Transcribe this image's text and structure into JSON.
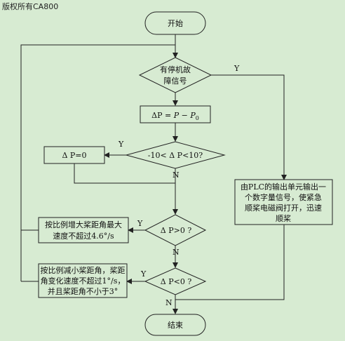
{
  "watermark": "版权所有CA800",
  "start": "开始",
  "end": "结束",
  "fault_decision": [
    "有停机故",
    "障信号"
  ],
  "fault_yes": "Y",
  "delta_calc": {
    "a": "ΔP",
    "eq": "=",
    "b": "P",
    "minus": "−",
    "c": "P",
    "sub": "0"
  },
  "range_decision": "-10< Δ P<10?",
  "range_yes": "Y",
  "range_no": "N",
  "set_zero": "Δ P=0",
  "plc_box": [
    "由PLC的输出单元输出一",
    "个数字量信号，使紧急",
    "顺桨电磁阀打开，迅速",
    "顺桨"
  ],
  "gt_decision": "Δ P>0 ?",
  "gt_yes": "Y",
  "gt_no": "N",
  "increase_box": [
    "按比例增大桨距角最大",
    "速度不超过4.6°/s"
  ],
  "lt_decision": "Δ P<0 ?",
  "lt_yes": "Y",
  "lt_no": "N",
  "decrease_box": [
    "按比例减小桨距角，桨距",
    "角变化速度不超过1°/s，",
    "并且桨距角不小于3°"
  ]
}
